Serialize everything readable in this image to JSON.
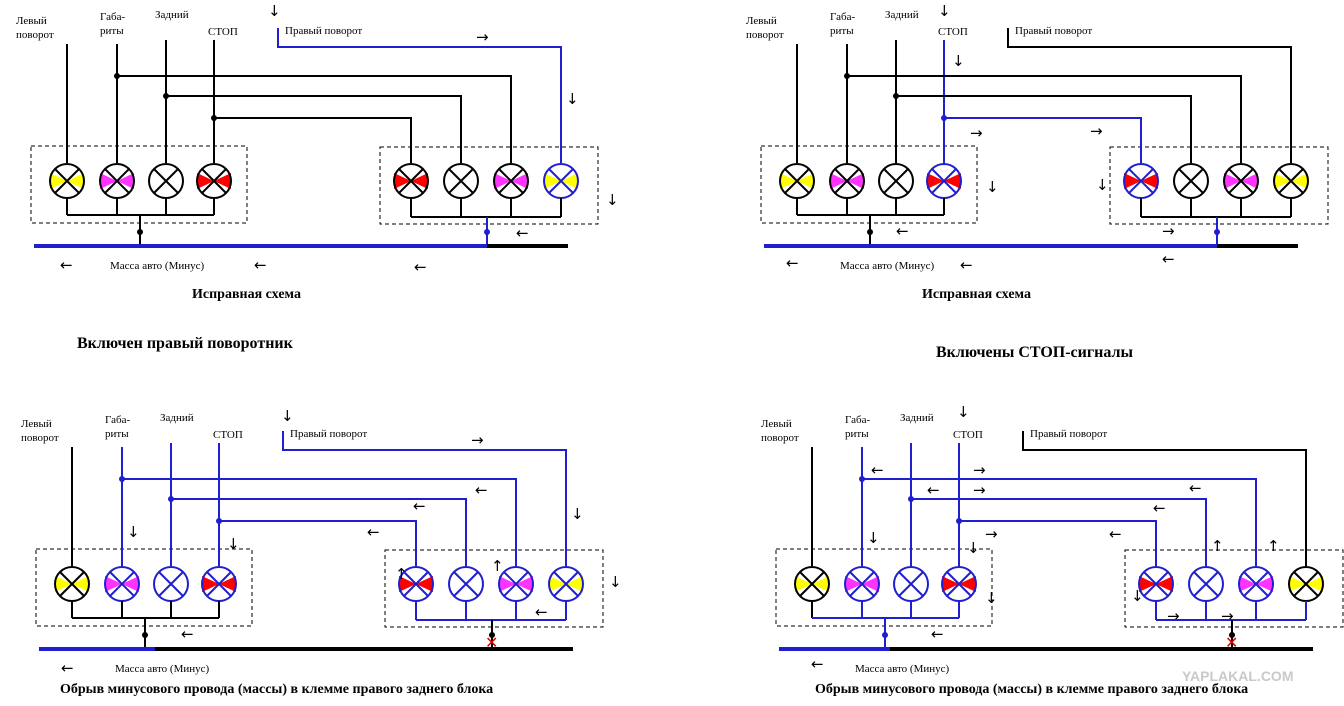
{
  "colors": {
    "wire_black": "#000000",
    "wire_blue": "#1f1fcf",
    "yellow": "#ffff00",
    "magenta": "#ff33ff",
    "red": "#ff0000",
    "fault_mark": "#dd0000"
  },
  "labels": {
    "left_turn": [
      "Левый",
      "поворот"
    ],
    "gabarity": [
      "Габа-",
      "риты"
    ],
    "rear": "Задний",
    "stop": "СТОП",
    "right_turn": "Правый поворот",
    "ground": "Масса авто (Минус)",
    "working": "Исправная схема",
    "fault": "Обрыв минусового провода (массы) в клемме правого заднего блока",
    "break_mark": "✕"
  },
  "headings": {
    "right_turn_on": "Включен правый поворотник",
    "stop_on": "Включены СТОП-сигналы"
  },
  "watermark": "YAPLAKAL.COM",
  "lamp_legend": [
    "yellow = поворот",
    "magenta = габариты",
    "white = задний",
    "red = СТОП"
  ],
  "arrows": {
    "down": "↓",
    "up": "↑",
    "left": "←",
    "right": "→"
  }
}
